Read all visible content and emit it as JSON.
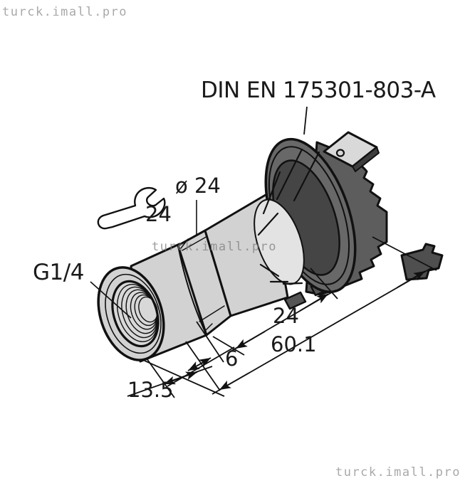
{
  "watermarks": {
    "top_left": "turck.imall.pro",
    "center": "turck.imall.pro",
    "bottom_right": "turck.imall.pro"
  },
  "labels": {
    "connector_standard": "DIN EN 175301-803-A",
    "body_diameter": "ø 24",
    "wrench_size": "24",
    "thread": "G1/4"
  },
  "dimensions": {
    "connector_length": "24",
    "total_length": "60.1",
    "hex_length": "6",
    "thread_length": "13.5"
  },
  "icons": {
    "wrench": "open-end-wrench-icon"
  },
  "drawing": {
    "subject": "pressure-transmitter-with-DIN-EN-175301-803-A-connector"
  },
  "colors": {
    "body_gray": "#d2d2d2",
    "connector_gray": "#686868",
    "recess_gray": "#454545",
    "outline": "#111111",
    "watermark_gray": "#a9a9a9"
  }
}
